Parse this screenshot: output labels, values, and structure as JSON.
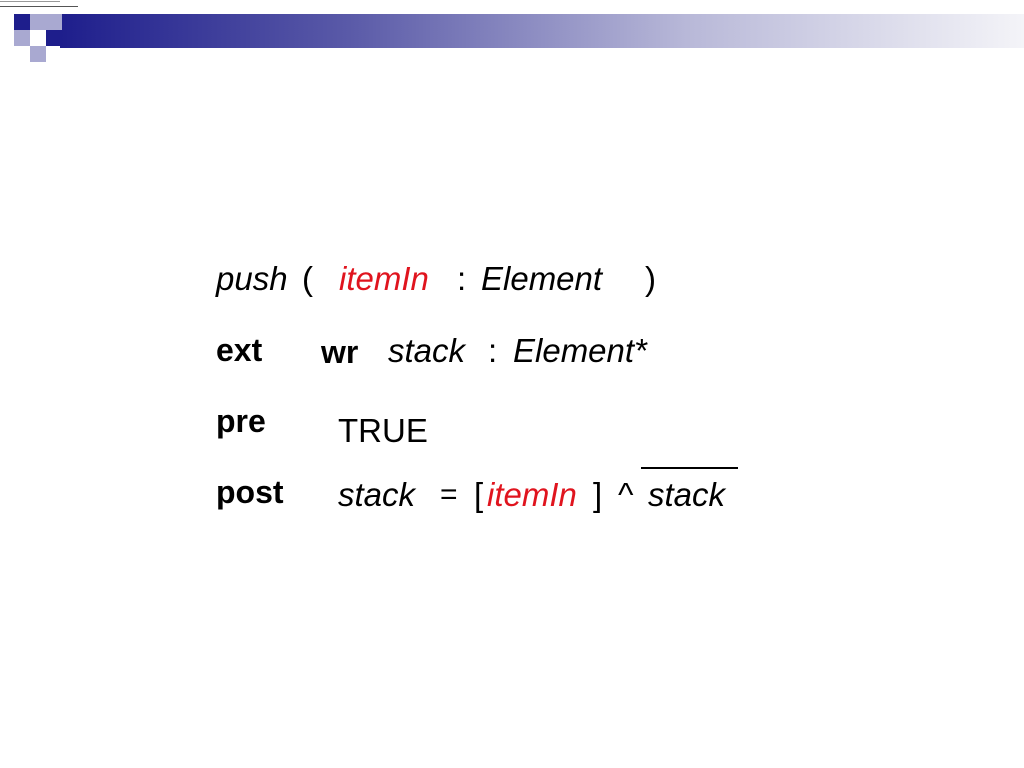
{
  "signature": {
    "op_name": "push",
    "open_paren": "(",
    "param_name": "itemIn",
    "colon": ":",
    "param_type": "Element",
    "close_paren": ")"
  },
  "ext": {
    "keyword": "ext",
    "mode": "wr",
    "var_name": "stack",
    "colon": ":",
    "var_type": "Element*"
  },
  "pre": {
    "keyword": "pre",
    "condition": "TRUE"
  },
  "post": {
    "keyword": "post",
    "lhs": "stack",
    "equals": "=",
    "open_bracket": "[",
    "item": "itemIn",
    "close_bracket": "]",
    "concat": "^",
    "old_stack": "stack"
  },
  "colors": {
    "accent_red": "#e0141e",
    "header_dark": "#1e1e8c",
    "header_light": "#a9a9d1"
  }
}
